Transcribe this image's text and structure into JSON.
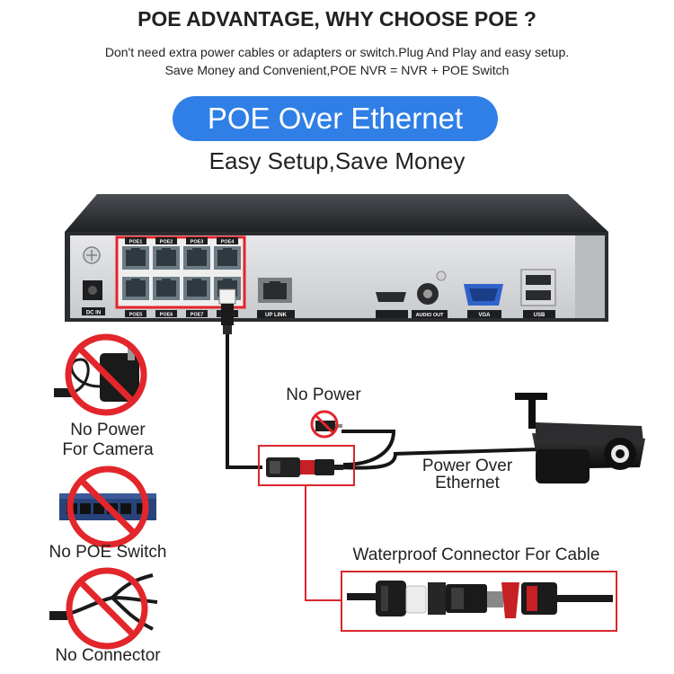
{
  "header": {
    "title": "POE ADVANTAGE, WHY CHOOSE POE ?",
    "line1": "Don't need extra power cables or adapters or switch.Plug And Play and easy setup.",
    "line2": "Save Money and Convenient,POE NVR = NVR + POE Switch"
  },
  "banner": {
    "label": "POE Over Ethernet"
  },
  "tagline": "Easy Setup,Save Money",
  "nvr": {
    "ports_top": [
      "POE1",
      "POE2",
      "POE3",
      "POE4"
    ],
    "ports_bottom": [
      "POE5",
      "POE6",
      "POE7",
      "POE8"
    ],
    "labels": {
      "dc": "DC IN",
      "uplink": "UP LINK",
      "audio": "AUDIO OUT",
      "vga": "VGA",
      "usb": "USB"
    }
  },
  "left_panel": {
    "camera_power": [
      "No Power",
      "For Camera"
    ],
    "switch": "No POE Switch",
    "connector": "No Connector"
  },
  "diagram": {
    "no_power": "No Power",
    "poe": [
      "Power Over",
      "Ethernet"
    ],
    "waterproof": "Waterproof Connector For Cable"
  },
  "colors": {
    "accent": "#2f7fe6",
    "prohibit": "#e2262b",
    "highlight_box": "#d9262b"
  }
}
